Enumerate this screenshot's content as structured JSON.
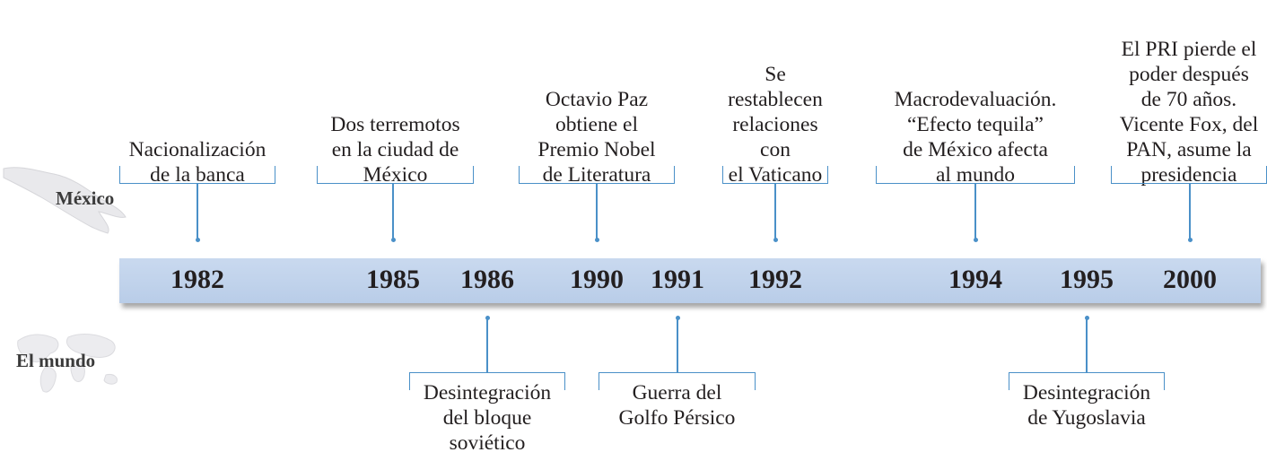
{
  "rows": {
    "mexico": "México",
    "world": "El mundo"
  },
  "years": [
    "1982",
    "1985",
    "1986",
    "1990",
    "1991",
    "1992",
    "1994",
    "1995",
    "2000"
  ],
  "mexico_events": [
    {
      "year": "1982",
      "lines": [
        "Nacionalización",
        "de la banca"
      ]
    },
    {
      "year": "1985",
      "lines": [
        "Dos terremotos",
        "en la ciudad de",
        "México"
      ]
    },
    {
      "year": "1990",
      "lines": [
        "Octavio Paz",
        "obtiene el",
        "Premio Nobel",
        "de Literatura"
      ]
    },
    {
      "year": "1992",
      "lines": [
        "Se",
        "restablecen",
        "relaciones",
        "con",
        "el Vaticano"
      ]
    },
    {
      "year": "1994",
      "lines": [
        "Macrodevaluación.",
        "“Efecto tequila”",
        "de México afecta",
        "al mundo"
      ]
    },
    {
      "year": "2000",
      "lines": [
        "El PRI pierde el",
        "poder después",
        "de 70 años.",
        "Vicente Fox, del",
        "PAN, asume la",
        "presidencia"
      ]
    }
  ],
  "world_events": [
    {
      "year": "1986",
      "lines": [
        "Desintegración",
        "del bloque",
        "soviético"
      ]
    },
    {
      "year": "1991",
      "lines": [
        "Guerra del",
        "Golfo Pérsico"
      ]
    },
    {
      "year": "1995",
      "lines": [
        "Desintegración",
        "de Yugoslavia"
      ]
    }
  ]
}
